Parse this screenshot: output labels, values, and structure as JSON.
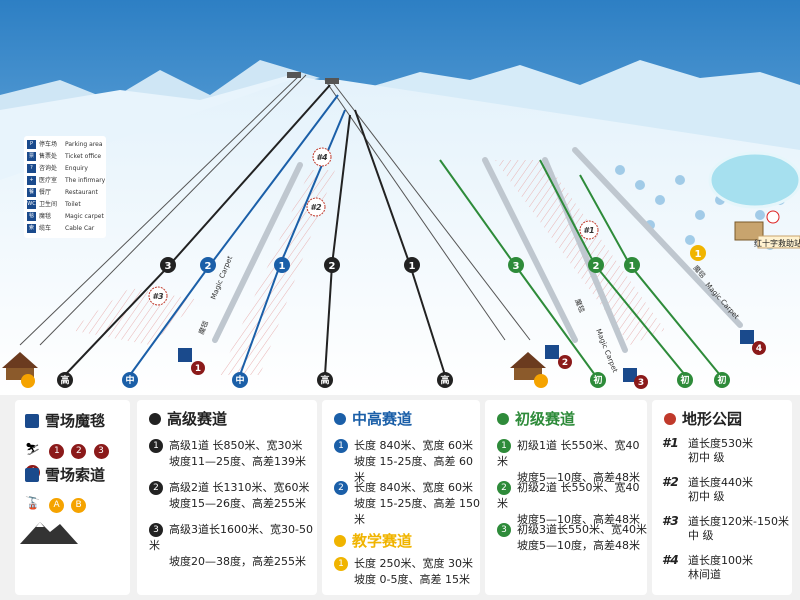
{
  "map_legend": [
    {
      "icon": "parking-icon",
      "glyph": "P",
      "cn": "停车场",
      "en": "Parking area"
    },
    {
      "icon": "ticket-icon",
      "glyph": "票",
      "cn": "售票处",
      "en": "Ticket office"
    },
    {
      "icon": "enquiry-icon",
      "glyph": "?",
      "cn": "咨询处",
      "en": "Enquiry"
    },
    {
      "icon": "infirmary-icon",
      "glyph": "+",
      "cn": "医疗室",
      "en": "The infirmary"
    },
    {
      "icon": "restaurant-icon",
      "glyph": "餐",
      "cn": "餐厅",
      "en": "Restaurant"
    },
    {
      "icon": "toilet-icon",
      "glyph": "WC",
      "cn": "卫生间",
      "en": "Toilet"
    },
    {
      "icon": "magic-carpet-icon",
      "glyph": "毯",
      "cn": "魔毯",
      "en": "Magic carpet"
    },
    {
      "icon": "cable-car-icon",
      "glyph": "索",
      "cn": "缆车",
      "en": "Cable Car"
    }
  ],
  "map_labels": {
    "red_cross": "红十字救助站",
    "magic_carpet_en": "Magic Carpet",
    "magic_carpet_cn": "魔毯",
    "level_adv": "高",
    "level_mid": "中",
    "level_beg": "初"
  },
  "colors": {
    "advanced": "#222222",
    "intermediate": "#1b5fa8",
    "beginner": "#2e8b3a",
    "teaching": "#f0b400",
    "terrain": "#c0392b",
    "lift_post": "#8b1a1a",
    "lift_post_yellow": "#f5a300"
  },
  "legend": {
    "magic_carpet_title": "雪场魔毯",
    "magic_carpet_numbers": [
      "1",
      "2",
      "3",
      "4"
    ],
    "cable_car_title": "雪场索道",
    "cable_car_letters": [
      "A",
      "B"
    ]
  },
  "advanced": {
    "title": "高级赛道",
    "trails": [
      {
        "n": "1",
        "l1": "高级1道 长850米、宽30米",
        "l2": "坡度11—25度、高差139米"
      },
      {
        "n": "2",
        "l1": "高级2道 长1310米、宽60米",
        "l2": "坡度15—26度、高差255米"
      },
      {
        "n": "3",
        "l1": "高级3道长1600米、宽30-50米",
        "l2": "坡度20—38度，高差255米"
      }
    ]
  },
  "intermediate": {
    "title": "中高赛道",
    "trails": [
      {
        "n": "1",
        "l1": "长度 840米、宽度 60米",
        "l2": "坡度 15-25度、高差 60米"
      },
      {
        "n": "2",
        "l1": "长度 840米、宽度 60米",
        "l2": "坡度 15-25度、高差 150米"
      }
    ]
  },
  "teaching": {
    "title": "教学赛道",
    "trails": [
      {
        "n": "1",
        "l1": "长度 250米、宽度 30米",
        "l2": "坡度 0-5度、高差 15米"
      }
    ]
  },
  "beginner": {
    "title": "初级赛道",
    "trails": [
      {
        "n": "1",
        "l1": "初级1道 长550米、宽40米",
        "l2": "坡度5—10度、高差48米"
      },
      {
        "n": "2",
        "l1": "初级2道 长550米、宽40米",
        "l2": "坡度5—10度、高差48米"
      },
      {
        "n": "3",
        "l1": "初级3道长550米、宽40米",
        "l2": "坡度5—10度，高差48米"
      }
    ]
  },
  "terrain": {
    "title": "地形公园",
    "parks": [
      {
        "k": "#1",
        "l1": "道长度530米",
        "l2": "初中 级"
      },
      {
        "k": "#2",
        "l1": "道长度440米",
        "l2": "初中 级"
      },
      {
        "k": "#3",
        "l1": "道长度120米-150米",
        "l2": "中 级"
      },
      {
        "k": "#4",
        "l1": "道长度100米",
        "l2": "林间道"
      }
    ]
  }
}
